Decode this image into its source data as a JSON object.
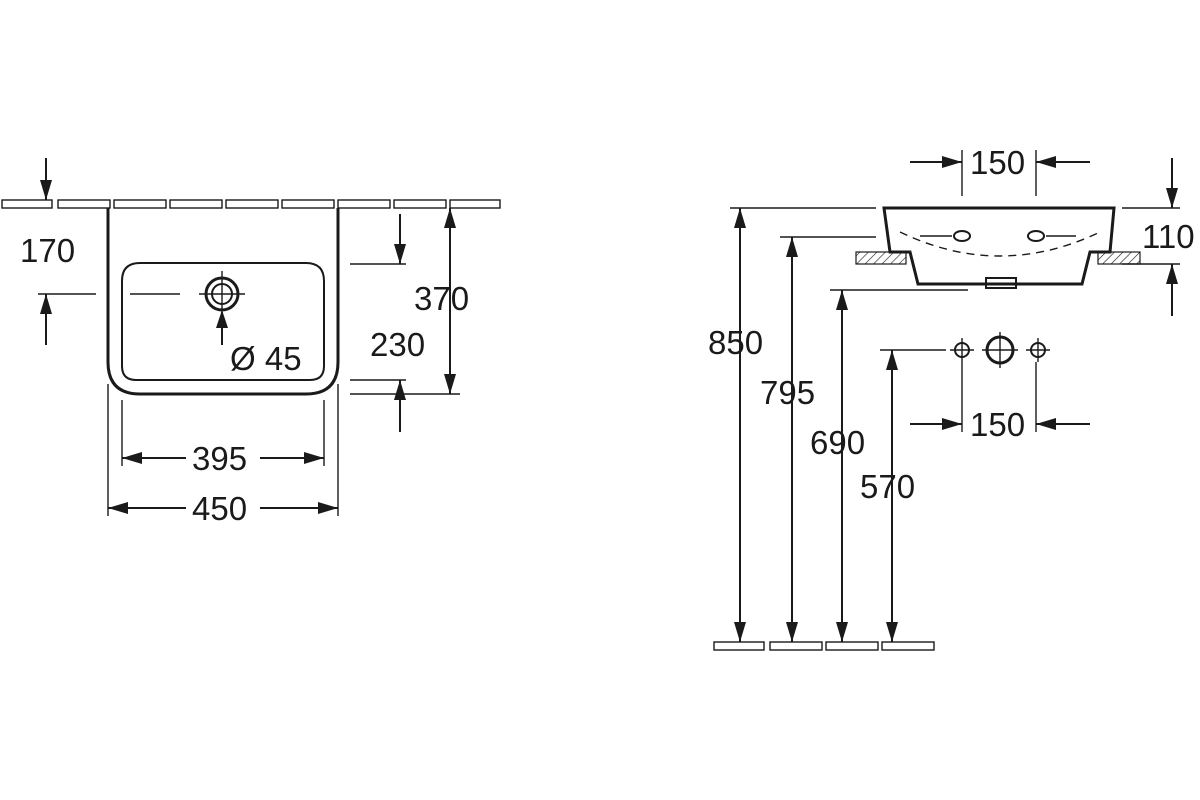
{
  "plan_view": {
    "wall_offset": "170",
    "hole_diameter": "Ø 45",
    "depth_total": "370",
    "depth_hole": "230",
    "inner_width": "395",
    "outer_width": "450"
  },
  "side_view": {
    "tap_spacing_top": "150",
    "basin_height": "110",
    "rim_height": "850",
    "bowl_height": "795",
    "underside_height": "690",
    "supply_height": "570",
    "supply_spacing": "150"
  }
}
